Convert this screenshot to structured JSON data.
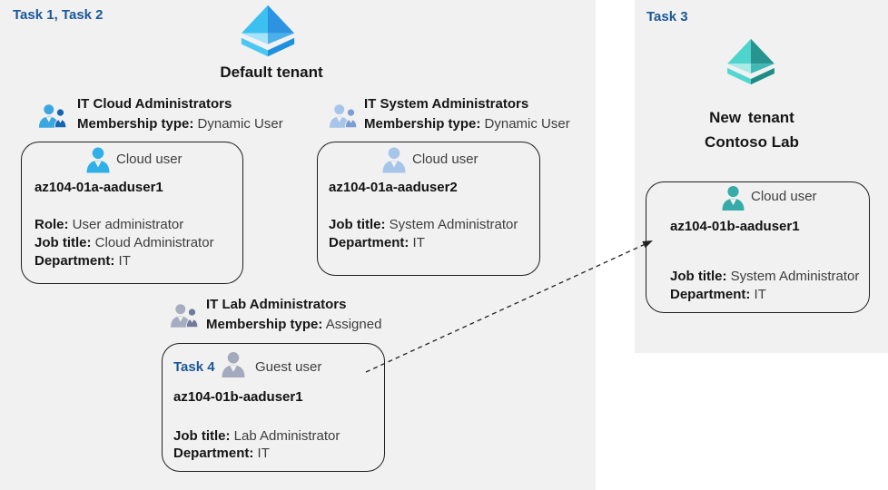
{
  "colors": {
    "panel_bg": "#f1f1f2",
    "task_blue": "#1c5796",
    "card_border": "#1f1f1f",
    "body_text": "#3d3d3d",
    "bold_text": "#161616",
    "arrow": "#222222",
    "tenant_blue": {
      "face_tl": "#3cc0f0",
      "face_tr": "#2b93e2",
      "face_bl": "#a5e3fa",
      "face_br": "#49b0ea",
      "base_l": "#4cc7f2",
      "base_r": "#1f8fdf"
    },
    "tenant_teal": {
      "face_tl": "#4ed3cd",
      "face_tr": "#27948f",
      "face_bl": "#aceae6",
      "face_br": "#3fb9b3",
      "base_l": "#52d6d0",
      "base_r": "#1f8b86"
    },
    "group_cloud_big": "#3ba7e0",
    "group_cloud_small": "#1565b0",
    "group_system_big": "#a6c5e9",
    "group_system_small": "#7b9fd4",
    "group_lab_big": "#a7adc0",
    "group_lab_small": "#717a97",
    "user_cloud1": "#2fb0e6",
    "user_cloud2": "#a6c5e9",
    "user_guest": "#a3aabe",
    "user_teal": "#35aca7"
  },
  "left_panel": {
    "task_label": "Task 1, Task 2",
    "tenant_name": "Default tenant",
    "groups": [
      {
        "title": "IT Cloud Administrators",
        "membership_label": "Membership type:",
        "membership_value": "Dynamic User",
        "card": {
          "user_type": "Cloud user",
          "name": "az104-01a-aaduser1",
          "fields": [
            {
              "label": "Role:",
              "value": "User administrator"
            },
            {
              "label": "Job title:",
              "value": "Cloud Administrator"
            },
            {
              "label": "Department:",
              "value": "IT"
            }
          ]
        }
      },
      {
        "title": "IT System Administrators",
        "membership_label": "Membership type:",
        "membership_value": "Dynamic User",
        "card": {
          "user_type": "Cloud user",
          "name": "az104-01a-aaduser2",
          "fields": [
            {
              "label": "Job title:",
              "value": "System Administrator"
            },
            {
              "label": "Department:",
              "value": "IT"
            }
          ]
        }
      },
      {
        "title": "IT Lab Administrators",
        "membership_label": "Membership type:",
        "membership_value": "Assigned",
        "card": {
          "task_label": "Task 4",
          "user_type": "Guest user",
          "name": "az104-01b-aaduser1",
          "fields": [
            {
              "label": "Job title:",
              "value": "Lab Administrator"
            },
            {
              "label": "Department:",
              "value": "IT"
            }
          ]
        }
      }
    ]
  },
  "right_panel": {
    "task_label": "Task 3",
    "tenant_name_line1": "New tenant",
    "tenant_name_line2": "Contoso Lab",
    "card": {
      "user_type": "Cloud user",
      "name": "az104-01b-aaduser1",
      "fields": [
        {
          "label": "Job title:",
          "value": "System Administrator"
        },
        {
          "label": "Department:",
          "value": "IT"
        }
      ]
    }
  }
}
